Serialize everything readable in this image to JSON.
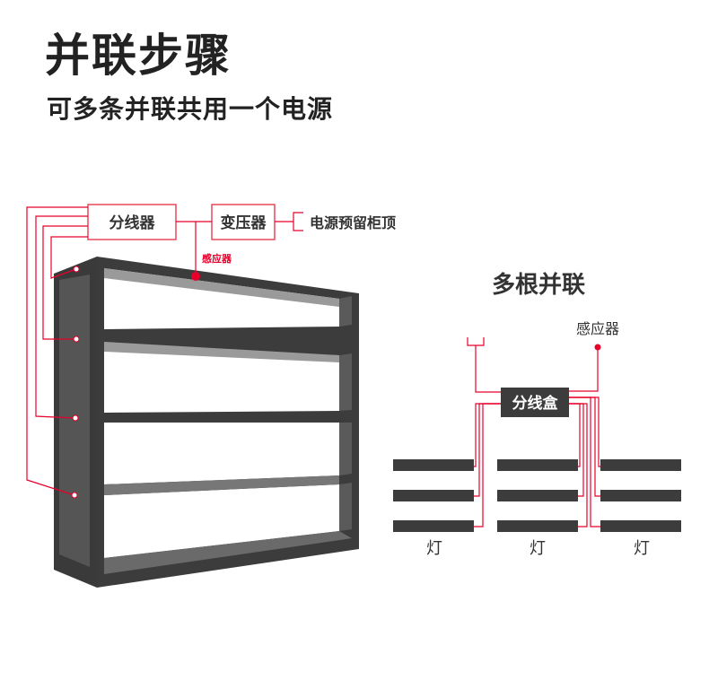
{
  "title": "并联步骤",
  "subtitle": "可多条并联共用一个电源",
  "left_diagram": {
    "splitter_label": "分线器",
    "transformer_label": "变压器",
    "power_label": "电源预留柜顶",
    "sensor_label": "感应器"
  },
  "right_diagram": {
    "title": "多根并联",
    "sensor_label": "感应器",
    "junction_box_label": "分线盒",
    "lamp_labels": [
      "灯",
      "灯",
      "灯"
    ]
  },
  "colors": {
    "wire": "#e8002a",
    "frame": "#3c3c3c",
    "text": "#333333"
  }
}
